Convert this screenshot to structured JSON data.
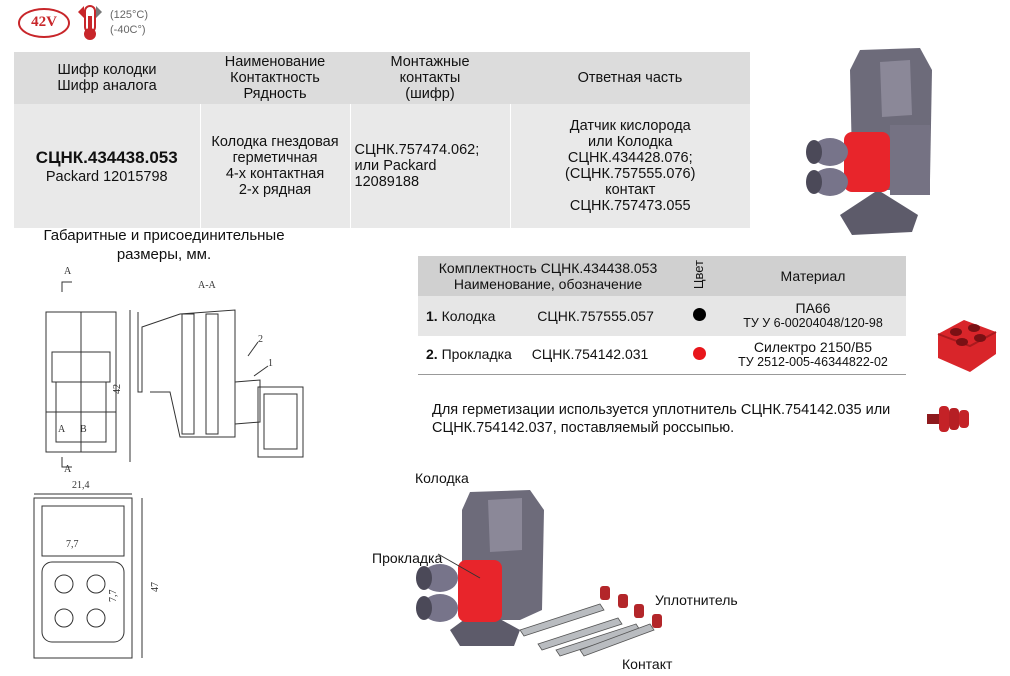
{
  "badges": {
    "voltage": "42V",
    "temp_high": "(125°C)",
    "temp_low": "(-40C°)"
  },
  "spec_table": {
    "headers": [
      "Шифр колодки\nШифр аналога",
      "Наименование\nКонтактность\nРядность",
      "Монтажные\nконтакты\n(шифр)",
      "Ответная часть"
    ],
    "code": "СЦНК.434438.053",
    "analog": "Packard 12015798",
    "name": "Колодка гнездовая\nгерметичная\n4-х контактная\n2-х рядная",
    "contacts": "СЦНК.757474.062;\nили Packard\n12089188",
    "mate": "Датчик кислорода\nили Колодка\nСЦНК.434428.076;\n(СЦНК.757555.076)\nконтакт\nСЦНК.757473.055"
  },
  "dim_caption": "Габаритные и присоединительные\nразмеры, мм.",
  "drawing": {
    "section_mark": "А",
    "section_title": "А-А",
    "dim_width": "21,4",
    "dim_height": "42",
    "dim_total": "47",
    "pitch_x": "7,7",
    "pitch_y": "7,7",
    "callout_1": "1",
    "callout_2": "2",
    "pin_a": "A",
    "pin_b": "B"
  },
  "kit_table": {
    "header_left": "Комплектность СЦНК.434438.053\nНаименование, обозначение",
    "header_color": "Цвет",
    "header_material": "Материал",
    "rows": [
      {
        "num": "1.",
        "name": "Колодка",
        "code": "СЦНК.757555.057",
        "color": "#000000",
        "material": "ПА66",
        "spec": "ТУ У 6-00204048/120-98"
      },
      {
        "num": "2.",
        "name": "Прокладка",
        "code": "СЦНК.754142.031",
        "color": "#e8161b",
        "material": "Силектро 2150/В5",
        "spec": "ТУ 2512-005-46344822-02"
      }
    ]
  },
  "note": "Для герметизации используется уплотнитель СЦНК.754142.035 или СЦНК.754142.037, поставляемый россыпью.",
  "assembly_labels": {
    "housing": "Колодка",
    "gasket": "Прокладка",
    "seal": "Уплотнитель",
    "contact": "Контакт"
  }
}
